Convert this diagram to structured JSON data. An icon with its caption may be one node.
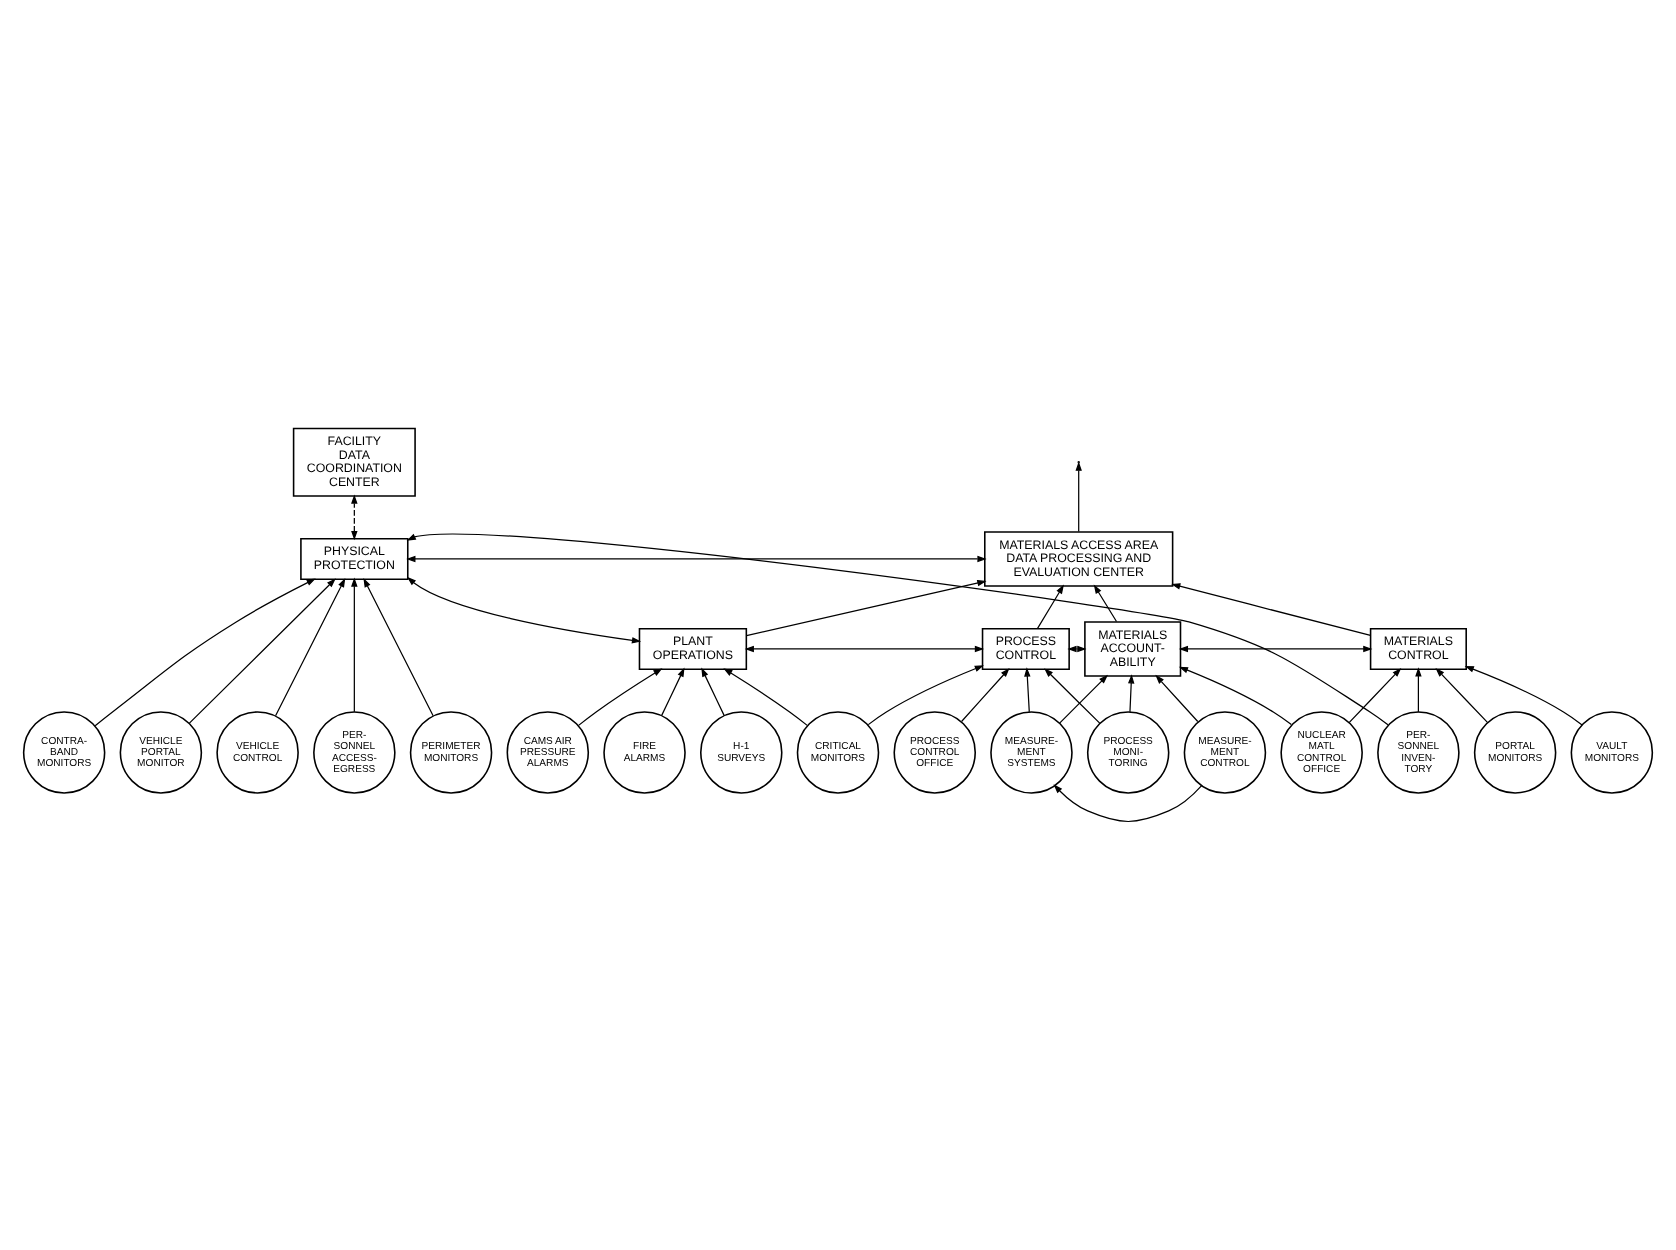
{
  "diagram": {
    "nodes": [
      {
        "text": [
          "FACILITY DATA COORDINATION CENTER"
        ]
      },
      {
        "text": [
          "MATERIALS ACCESS AREA DATA PROCESSING AND EVALUATION CENTER"
        ]
      },
      {
        "text": [
          "PHYSICAL PROTECTION"
        ]
      },
      {
        "text": [
          "PLANT OPERATIONS"
        ]
      },
      {
        "text": [
          "PROCESS CONTROL"
        ]
      },
      {
        "text": [
          "MATERIALS ACCOUNT- ABILITY"
        ]
      },
      {
        "text": [
          "MATERIALS CONTROL"
        ]
      },
      {
        "text": [
          "CAMS AIR PRESSURE ALARMS"
        ]
      },
      {
        "text": [
          "FIRE ALARMS"
        ]
      },
      {
        "text": [
          "H-1 SURVEYS"
        ]
      },
      {
        "text": [
          "CRITICAL MONITORS"
        ]
      },
      {
        "text": [
          "PROCESS CONTROL OFFICE"
        ]
      },
      {
        "text": [
          "MEASURE- MENT SYSTEMS"
        ]
      },
      {
        "text": [
          "PROCESS MONI- TORING"
        ]
      },
      {
        "text": [
          "MEASURE- MENT CONTROL"
        ]
      },
      {
        "text": [
          "NUCLEAR MATL CONTROL OFFICE"
        ]
      },
      {
        "text": [
          "PORTAL MONITORS"
        ]
      },
      {
        "text": [
          "PER- SONNEL INVEN- TORY"
        ]
      },
      {
        "text": [
          "VAULT MONITORS"
        ]
      },
      {
        "text": [
          "VEHICLE CONTROL"
        ]
      },
      {
        "text": [
          "PER- SONNEL ACCESS- EGRESS"
        ]
      },
      {
        "text": [
          "PERIMETER MONITORS"
        ]
      },
      {
        "text": [
          "CONTRA- BAND MONITORS"
        ]
      },
      {
        "text": [
          "VEHICLE PORTAL MONITOR"
        ]
      }
    ],
    "edges": [
      {
        "from": 1,
        "to": null,
        "arrow": "to"
      },
      {
        "from": 2,
        "to": 0,
        "arrow": "both",
        "style": "dashed"
      },
      {
        "from": 1,
        "to": 2,
        "arrow": "both"
      },
      {
        "from": 3,
        "to": 1,
        "arrow": "to"
      },
      {
        "from": 4,
        "to": 1,
        "arrow": "to"
      },
      {
        "from": 5,
        "to": 1,
        "arrow": "to"
      },
      {
        "from": 6,
        "to": 1,
        "arrow": "to"
      },
      {
        "from": 3,
        "to": 4,
        "arrow": "both"
      },
      {
        "from": 4,
        "to": 5,
        "arrow": "both"
      },
      {
        "from": 5,
        "to": 6,
        "arrow": "both"
      },
      {
        "from": 7,
        "to": 3,
        "arrow": "to"
      },
      {
        "from": 8,
        "to": 3,
        "arrow": "to"
      },
      {
        "from": 9,
        "to": 3,
        "arrow": "to"
      },
      {
        "from": 10,
        "to": 3,
        "arrow": "to"
      },
      {
        "from": 10,
        "to": 4,
        "arrow": "to"
      },
      {
        "from": 11,
        "to": 4,
        "arrow": "to"
      },
      {
        "from": 13,
        "to": 4,
        "arrow": "to"
      },
      {
        "from": 12,
        "to": 4,
        "arrow": "to"
      },
      {
        "from": 12,
        "to": 5,
        "arrow": "to"
      },
      {
        "from": 13,
        "to": 5,
        "arrow": "to"
      },
      {
        "from": 14,
        "to": 5,
        "arrow": "to"
      },
      {
        "from": 14,
        "to": 12,
        "arrow": "to"
      },
      {
        "from": 15,
        "to": 5,
        "arrow": "to"
      },
      {
        "from": 15,
        "to": 6,
        "arrow": "to"
      },
      {
        "from": 16,
        "to": 6,
        "arrow": "to"
      },
      {
        "from": 17,
        "to": 6,
        "arrow": "to"
      },
      {
        "from": 18,
        "to": 6,
        "arrow": "to"
      },
      {
        "from": 3,
        "to": 2,
        "arrow": "both"
      },
      {
        "from": 17,
        "to": 2,
        "arrow": "to"
      },
      {
        "from": 19,
        "to": 2,
        "arrow": "to"
      },
      {
        "from": 20,
        "to": 2,
        "arrow": "to"
      },
      {
        "from": 21,
        "to": 2,
        "arrow": "to"
      },
      {
        "from": 22,
        "to": 2,
        "arrow": "to"
      },
      {
        "from": 23,
        "to": 2,
        "arrow": "to"
      }
    ]
  }
}
